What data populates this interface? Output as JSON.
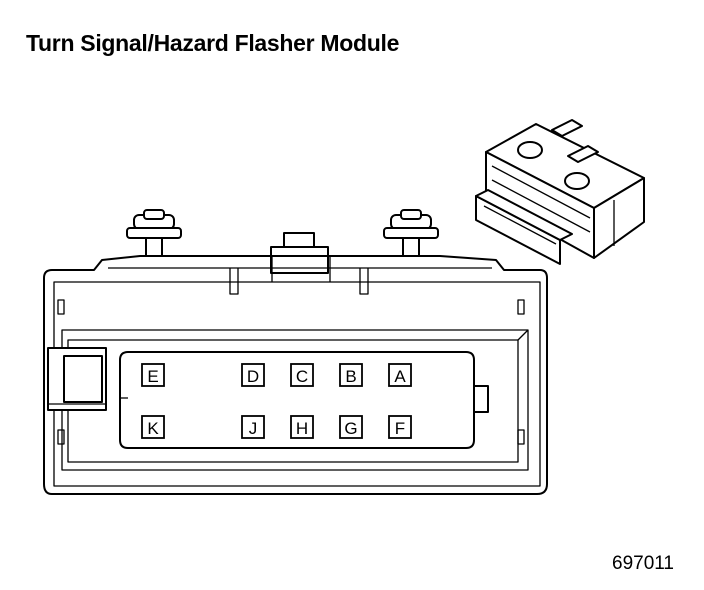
{
  "title": "Turn Signal/Hazard Flasher Module",
  "figure_id": "697011",
  "terminals": {
    "top_row": [
      "E",
      "D",
      "C",
      "B",
      "A"
    ],
    "bottom_row": [
      "K",
      "J",
      "H",
      "G",
      "F"
    ]
  }
}
